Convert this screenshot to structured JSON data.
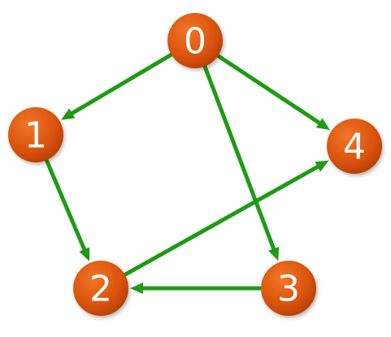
{
  "diagram": {
    "type": "directed-graph",
    "node_color": "#d9520a",
    "edge_color": "#1e9b13",
    "nodes": [
      {
        "id": "0",
        "label": "0"
      },
      {
        "id": "1",
        "label": "1"
      },
      {
        "id": "2",
        "label": "2"
      },
      {
        "id": "3",
        "label": "3"
      },
      {
        "id": "4",
        "label": "4"
      }
    ],
    "edges": [
      {
        "from": "0",
        "to": "1"
      },
      {
        "from": "0",
        "to": "3"
      },
      {
        "from": "0",
        "to": "4"
      },
      {
        "from": "1",
        "to": "2"
      },
      {
        "from": "2",
        "to": "4"
      },
      {
        "from": "3",
        "to": "2"
      }
    ]
  }
}
